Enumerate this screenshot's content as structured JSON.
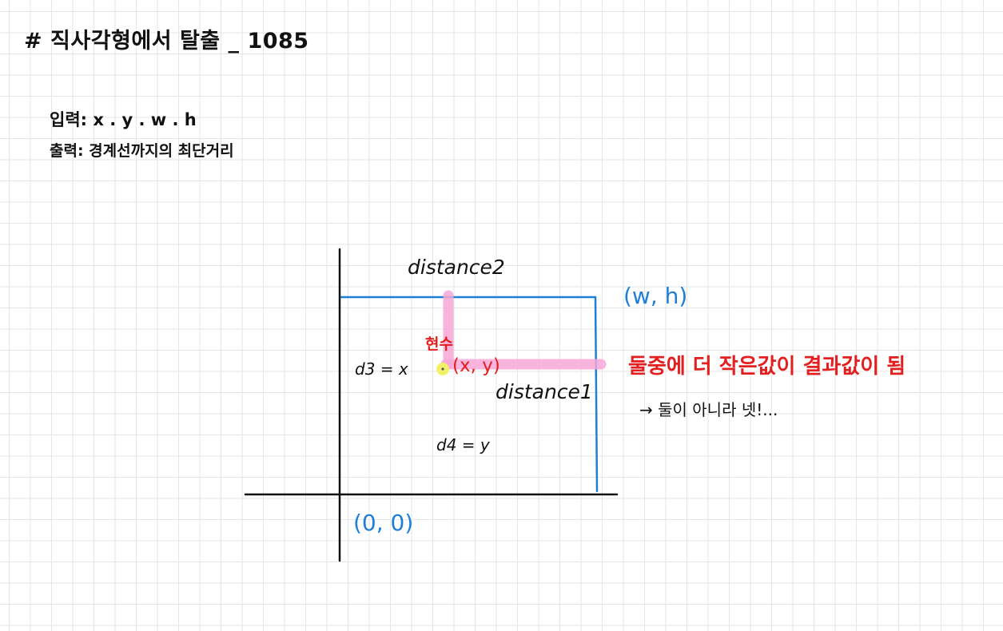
{
  "title": "# 직사각형에서 탈출 _ 1085",
  "io": {
    "input": "입력: x . y . w . h",
    "output": "출력: 경계선까지의 최단거리"
  },
  "diagram": {
    "label_distance2": "distance2",
    "label_distance1": "distance1",
    "label_corner": "(w, h)",
    "label_origin": "(0, 0)",
    "label_point": "(x, y)",
    "label_person": "현수",
    "label_d3": "d3 = x",
    "label_d4": "d4 = y"
  },
  "notes": {
    "red_note": "둘중에 더 작은값이 결과값이 됨",
    "followup": "→ 둘이 아니라 넷!..."
  },
  "colors": {
    "ink": "#111111",
    "blue": "#1f7fd6",
    "red": "#e32020",
    "pink_highlight": "#f7a8d8",
    "yellow_dot": "#f3f06a",
    "grid": "#e6e6e6"
  }
}
